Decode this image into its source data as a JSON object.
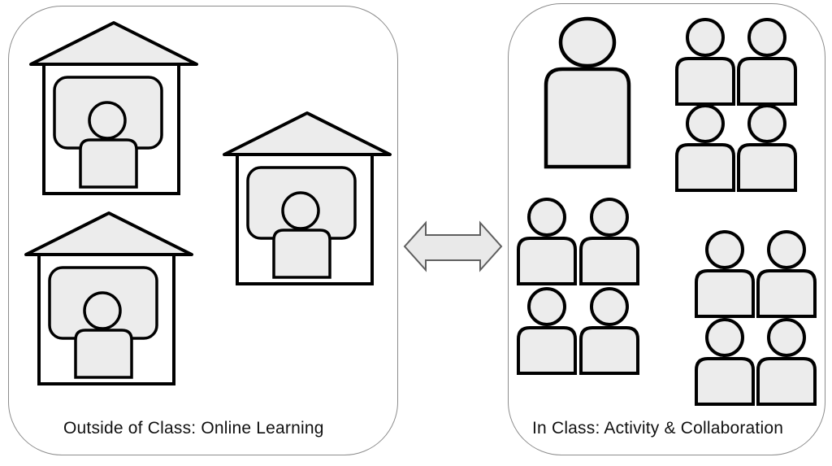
{
  "left_panel": {
    "label": "Outside of Class: Online Learning",
    "house_count": 3,
    "description_icons": [
      "house-icon",
      "screen-icon",
      "person-icon"
    ]
  },
  "right_panel": {
    "label": "In Class: Activity & Collaboration",
    "teacher_count": 1,
    "student_group_count": 3,
    "students_per_group": 4,
    "description_icons": [
      "teacher-icon",
      "person-icon"
    ]
  },
  "arrow": {
    "type": "double-headed-horizontal",
    "meaning": "exchange between outside-of-class and in-class"
  },
  "colors": {
    "shape_fill": "#ececec",
    "shape_stroke": "#000000",
    "panel_border": "#8c8c8c",
    "arrow_fill": "#e9e9e9",
    "arrow_stroke": "#5f5f5f",
    "text_color": "#111111",
    "background": "#ffffff"
  }
}
